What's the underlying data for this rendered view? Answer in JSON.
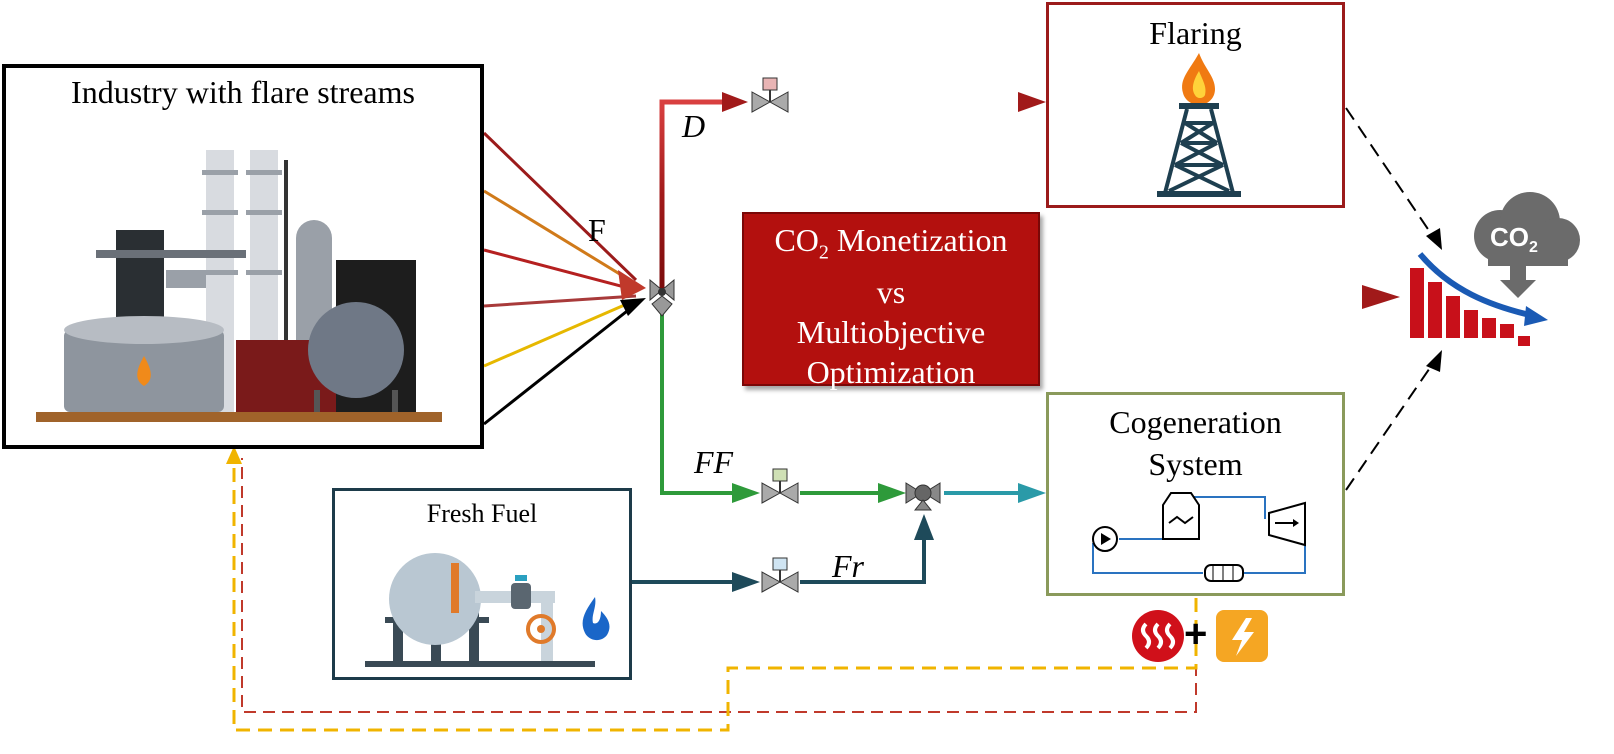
{
  "industry": {
    "title": "Industry with flare streams"
  },
  "flaring": {
    "title": "Flaring"
  },
  "cogeneration": {
    "title_line1": "Cogeneration",
    "title_line2": "System"
  },
  "fresh_fuel": {
    "title": "Fresh Fuel"
  },
  "center_box": {
    "line1_prefix": "CO",
    "line1_subscript": "2",
    "line1_suffix": " Monetization",
    "line2": "vs",
    "line3": "Multiobjective",
    "line4": "Optimization"
  },
  "stream_labels": {
    "F": "F",
    "D": "D",
    "FF": "FF",
    "Fr": "Fr"
  },
  "co2_cloud": {
    "text": "CO",
    "subscript": "2"
  },
  "outputs": {
    "plus": "+"
  },
  "colors": {
    "flaring_line": "#a11a1a",
    "green_line": "#2e9a3a",
    "teal_line": "#2a9aa8",
    "dark_teal_line": "#1e4a5a",
    "yellow_dashed": "#f0b400",
    "red_dashed": "#c0392b",
    "center_box": "#b3100e"
  },
  "icons": [
    "refinery-icon",
    "flare-tower-icon",
    "co2-cloud-icon",
    "declining-bar-chart-icon",
    "heat-icon",
    "electricity-icon",
    "fuel-tank-icon",
    "flame-icon",
    "valve-icon",
    "mixer-icon",
    "cogeneration-schematic-icon"
  ]
}
